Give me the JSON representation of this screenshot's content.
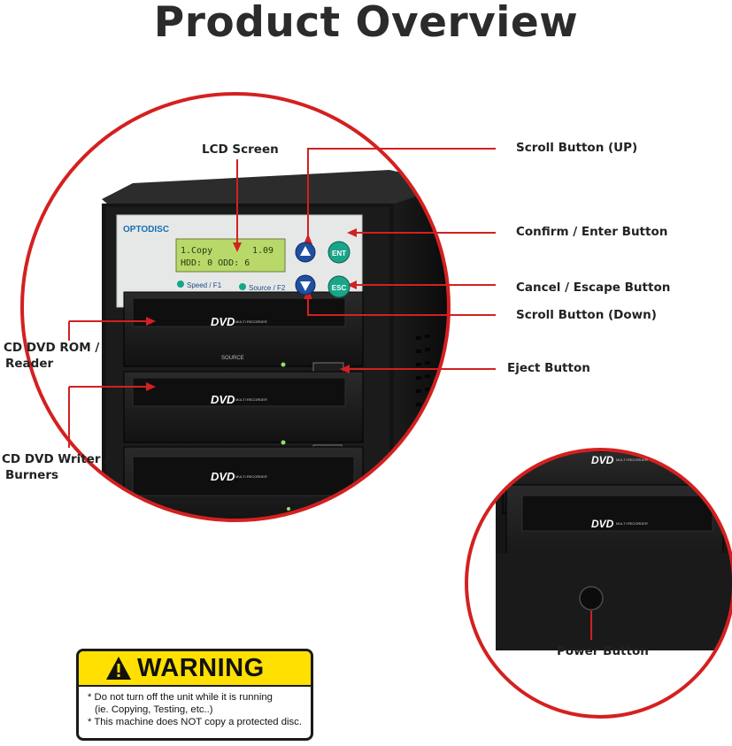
{
  "title": "Product Overview",
  "brand_logo": "OPTODISC",
  "lcd": {
    "line1_left": "1.Copy",
    "line1_right": "1.09",
    "line2": "HDD:  0 ODD: 6"
  },
  "panel": {
    "speed_label": "Speed / F1",
    "source_label": "Source / F2",
    "ent_label": "ENT",
    "esc_label": "ESC"
  },
  "drive": {
    "dvd_logo": "DVD",
    "multi_recorder": "MULTI RECORDER",
    "source_tag": "SOURCE"
  },
  "callouts": {
    "lcd_screen": "LCD Screen",
    "scroll_up": "Scroll Button (UP)",
    "confirm_enter": "Confirm / Enter Button",
    "cancel_escape": "Cancel / Escape Button",
    "scroll_down": "Scroll Button (Down)",
    "eject": "Eject Button",
    "reader_line1": "CD DVD ROM /",
    "reader_line2": "Reader",
    "writer_line1": "CD DVD Writer /",
    "writer_line2": "Burners",
    "power": "Power Button"
  },
  "warning": {
    "heading": "WARNING",
    "line1": "* Do not turn off the unit while it is running",
    "line2": "(ie. Copying, Testing, etc..)",
    "line3": "* This machine does NOT copy a protected disc."
  },
  "colors": {
    "accent_red": "#d42020",
    "warning_yellow": "#ffe000",
    "lcd_green": "#b9d86a",
    "button_blue": "#1f4fa0",
    "button_teal": "#1aa58a"
  }
}
